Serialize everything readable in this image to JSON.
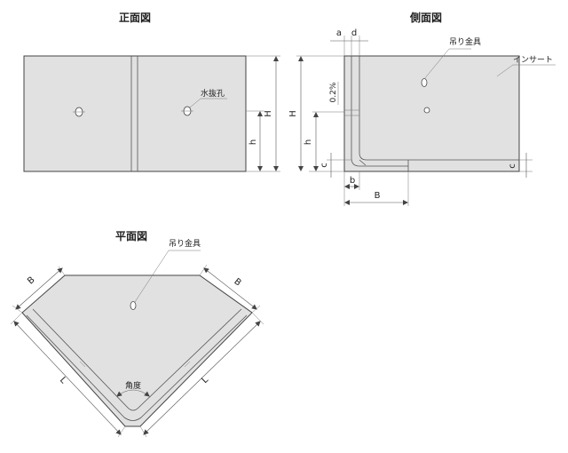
{
  "views": {
    "front": {
      "title": "正面図",
      "drain_hole_label": "水抜孔",
      "dim_H": "H",
      "dim_h": "h"
    },
    "side": {
      "title": "側面図",
      "lifting_label": "吊り金具",
      "insert_label": "インサート",
      "slope_label": "0.2%",
      "dim_a": "a",
      "dim_d": "d",
      "dim_H": "H",
      "dim_h": "h",
      "dim_c_left": "c",
      "dim_c_right": "c",
      "dim_b": "b",
      "dim_B": "B"
    },
    "plan": {
      "title": "平面図",
      "lifting_label": "吊り金具",
      "angle_label": "角度",
      "dim_B_left": "B",
      "dim_B_right": "B",
      "dim_L_left": "L",
      "dim_L_right": "L"
    }
  }
}
